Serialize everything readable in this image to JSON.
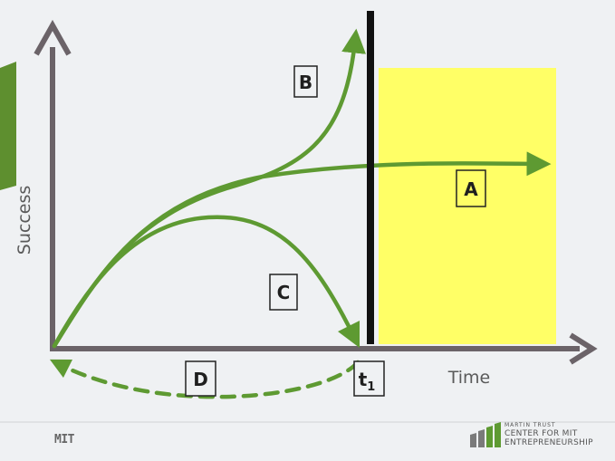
{
  "axes": {
    "y_label": "Success",
    "x_label": "Time"
  },
  "curves": {
    "a": "A",
    "b": "B",
    "c": "C",
    "d": "D"
  },
  "marker": {
    "t_base": "t",
    "t_sub": "1"
  },
  "footer": {
    "mit_logo": "MIT",
    "center_line1": "MARTIN TRUST",
    "center_line2": "CENTER FOR MIT",
    "center_line3": "ENTREPRENEURSHIP"
  },
  "colors": {
    "curve": "#5e9a32",
    "axis": "#6b6368",
    "highlight": "#ffff66",
    "divider": "#111111"
  }
}
